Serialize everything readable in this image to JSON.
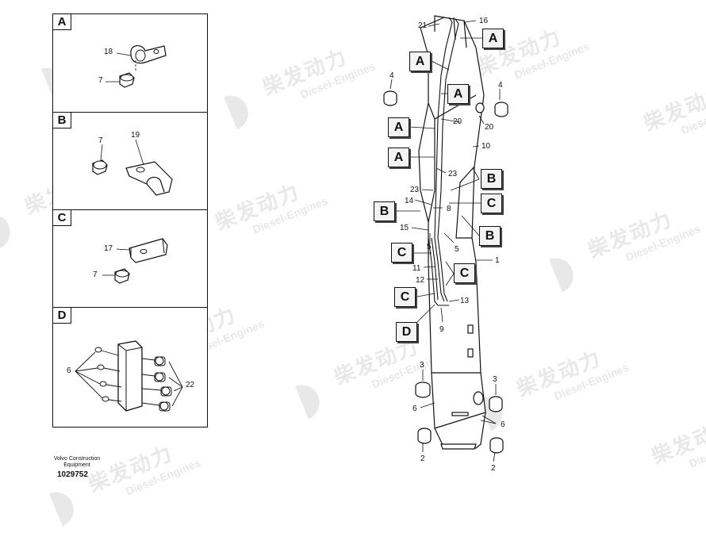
{
  "watermark": {
    "brand_cn": "柴发动力",
    "brand_en": "Diesel-Engines"
  },
  "panels": [
    {
      "letter": "A",
      "labels": [
        "18",
        "7"
      ]
    },
    {
      "letter": "B",
      "labels": [
        "7",
        "19"
      ]
    },
    {
      "letter": "C",
      "labels": [
        "17",
        "7"
      ]
    },
    {
      "letter": "D",
      "labels": [
        "6",
        "22"
      ]
    }
  ],
  "main_labels": [
    "21",
    "16",
    "4",
    "4",
    "20",
    "20",
    "10",
    "23",
    "23",
    "14",
    "8",
    "15",
    "5",
    "5",
    "1",
    "11",
    "12",
    "13",
    "9",
    "3",
    "3",
    "6",
    "6",
    "2",
    "2"
  ],
  "callouts": [
    "A",
    "A",
    "A",
    "A",
    "A",
    "B",
    "C",
    "B",
    "B",
    "C",
    "C",
    "C",
    "D"
  ],
  "footer": {
    "line1": "Volvo Construction",
    "line2": "Equipment",
    "part_number": "1029752"
  },
  "colors": {
    "line": "#111111",
    "watermark": "#d6d6d6",
    "callout_bg": "#f3f3f3"
  }
}
